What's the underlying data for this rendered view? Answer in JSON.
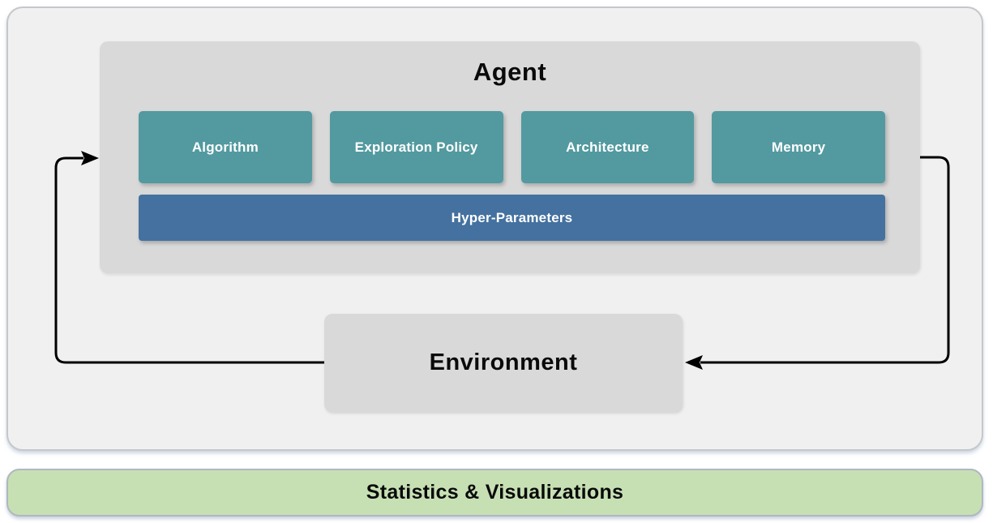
{
  "diagram": {
    "agent": {
      "title": "Agent",
      "components": [
        {
          "label": "Algorithm"
        },
        {
          "label": "Exploration Policy"
        },
        {
          "label": "Architecture"
        },
        {
          "label": "Memory"
        }
      ],
      "hyper_parameters_label": "Hyper-Parameters"
    },
    "environment": {
      "title": "Environment"
    },
    "footer": {
      "label": "Statistics & Visualizations"
    },
    "colors": {
      "component_teal": "#529aa0",
      "hyper_parameters_blue": "#44719f",
      "footer_green": "#c6e0b4",
      "box_gray": "#d9d9d9",
      "panel_gray": "#f0f0f1",
      "arrow_black": "#000000"
    }
  }
}
